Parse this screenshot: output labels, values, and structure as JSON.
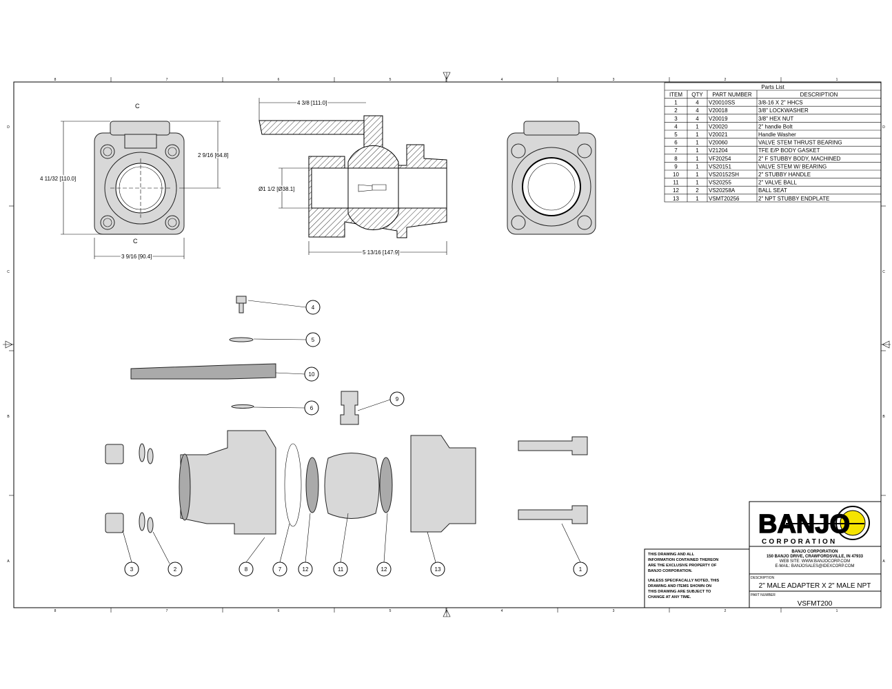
{
  "border": {
    "zones_top": [
      "8",
      "7",
      "6",
      "5",
      "4",
      "3",
      "2",
      "1"
    ],
    "zones_side": [
      "D",
      "C",
      "B",
      "A"
    ]
  },
  "views": {
    "section_label": "C",
    "dim_height": "4 11/32 [110.0]",
    "dim_center": "2 9/16 [64.8]",
    "dim_width": "3 9/16 [90.4]",
    "dim_handle": "4 3/8 [111.0]",
    "dim_bore": "Ø1 1/2 [Ø38.1]",
    "dim_length": "5 13/16 [147.9]"
  },
  "parts_list": {
    "title": "Parts List",
    "headers": [
      "ITEM",
      "QTY",
      "PART NUMBER",
      "DESCRIPTION"
    ],
    "rows": [
      [
        "1",
        "4",
        "V20010SS",
        "3/8-16 X 2\" HHCS"
      ],
      [
        "2",
        "4",
        "V20018",
        "3/8\" LOCKWASHER"
      ],
      [
        "3",
        "4",
        "V20019",
        "3/8\" HEX NUT"
      ],
      [
        "4",
        "1",
        "V20020",
        "2\" handle Bolt"
      ],
      [
        "5",
        "1",
        "V20021",
        "Handle Washer"
      ],
      [
        "6",
        "1",
        "V20060",
        "VALVE STEM THRUST BEARING"
      ],
      [
        "7",
        "1",
        "V21204",
        "TFE E/P BODY GASKET"
      ],
      [
        "8",
        "1",
        "VF20254",
        "2\" F STUBBY BODY, MACHINED"
      ],
      [
        "9",
        "1",
        "VS20151",
        "VALVE STEM W/ BEARING"
      ],
      [
        "10",
        "1",
        "VS20152SH",
        "2\" STUBBY HANDLE"
      ],
      [
        "11",
        "1",
        "VS20255",
        "2\" VALVE BALL"
      ],
      [
        "12",
        "2",
        "VS20258A",
        "BALL SEAT"
      ],
      [
        "13",
        "1",
        "VSMT20256",
        "2\" NPT STUBBY ENDPLATE"
      ]
    ]
  },
  "balloons": [
    "4",
    "5",
    "10",
    "6",
    "9",
    "3",
    "2",
    "8",
    "7",
    "12",
    "11",
    "12",
    "13",
    "1"
  ],
  "title_block": {
    "logo_text": "BANJO",
    "logo_sub": "CORPORATION",
    "notes": [
      "THIS DRAWING AND ALL",
      "INFORMATION CONTAINED THEREON",
      "ARE THE EXCLUSIVE PROPERTY OF",
      "BANJO CORPORATION.",
      "UNLESS SPECIFACALLY NOTED, THIS",
      "DRAWING AND ITEMS SHOWN ON",
      "THIS DRAWING ARE SUBJECT TO",
      "CHANGE AT ANY TIME."
    ],
    "company": "BANJO CORPORATION",
    "address": "150 BANJO DRIVE, CRAWFORDSVILLE, IN 47933",
    "website": "WEB SITE: WWW.BANJOCORP.COM",
    "email": "E-MAIL: BANJOSALES@IDEXCORP.COM",
    "description_label": "DESCRIPTION",
    "description": "2\" MALE ADAPTER X 2\" MALE NPT",
    "part_number_label": "PART NUMBER",
    "part_number": "VSFMT200"
  },
  "colors": {
    "logo_yellow": "#f5e400",
    "line": "#000000"
  }
}
